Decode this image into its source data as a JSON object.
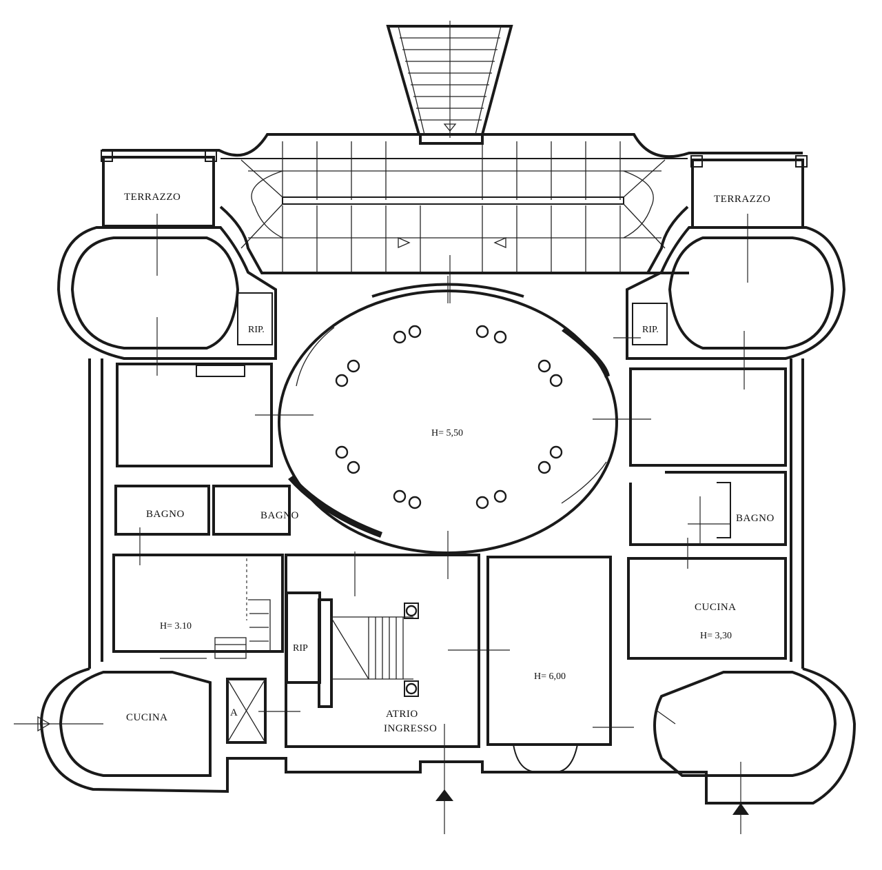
{
  "labels": {
    "terrazzo_left": "TERRAZZO",
    "terrazzo_right": "TERRAZZO",
    "rip_left": "RIP.",
    "rip_right": "RIP.",
    "rip_stair": "RIP",
    "hall_height": "H= 5,50",
    "bagno_1": "BAGNO",
    "bagno_2": "BAGNO",
    "bagno_3": "BAGNO",
    "room_sw_height": "H= 3.10",
    "cucina_left": "CUCINA",
    "cucina_right": "CUCINA",
    "cucina_right_height": "H= 3,30",
    "central_height": "H= 6,00",
    "atrio_line1": "ATRIO",
    "atrio_line2": "INGRESSO",
    "lift_mark": "A"
  }
}
